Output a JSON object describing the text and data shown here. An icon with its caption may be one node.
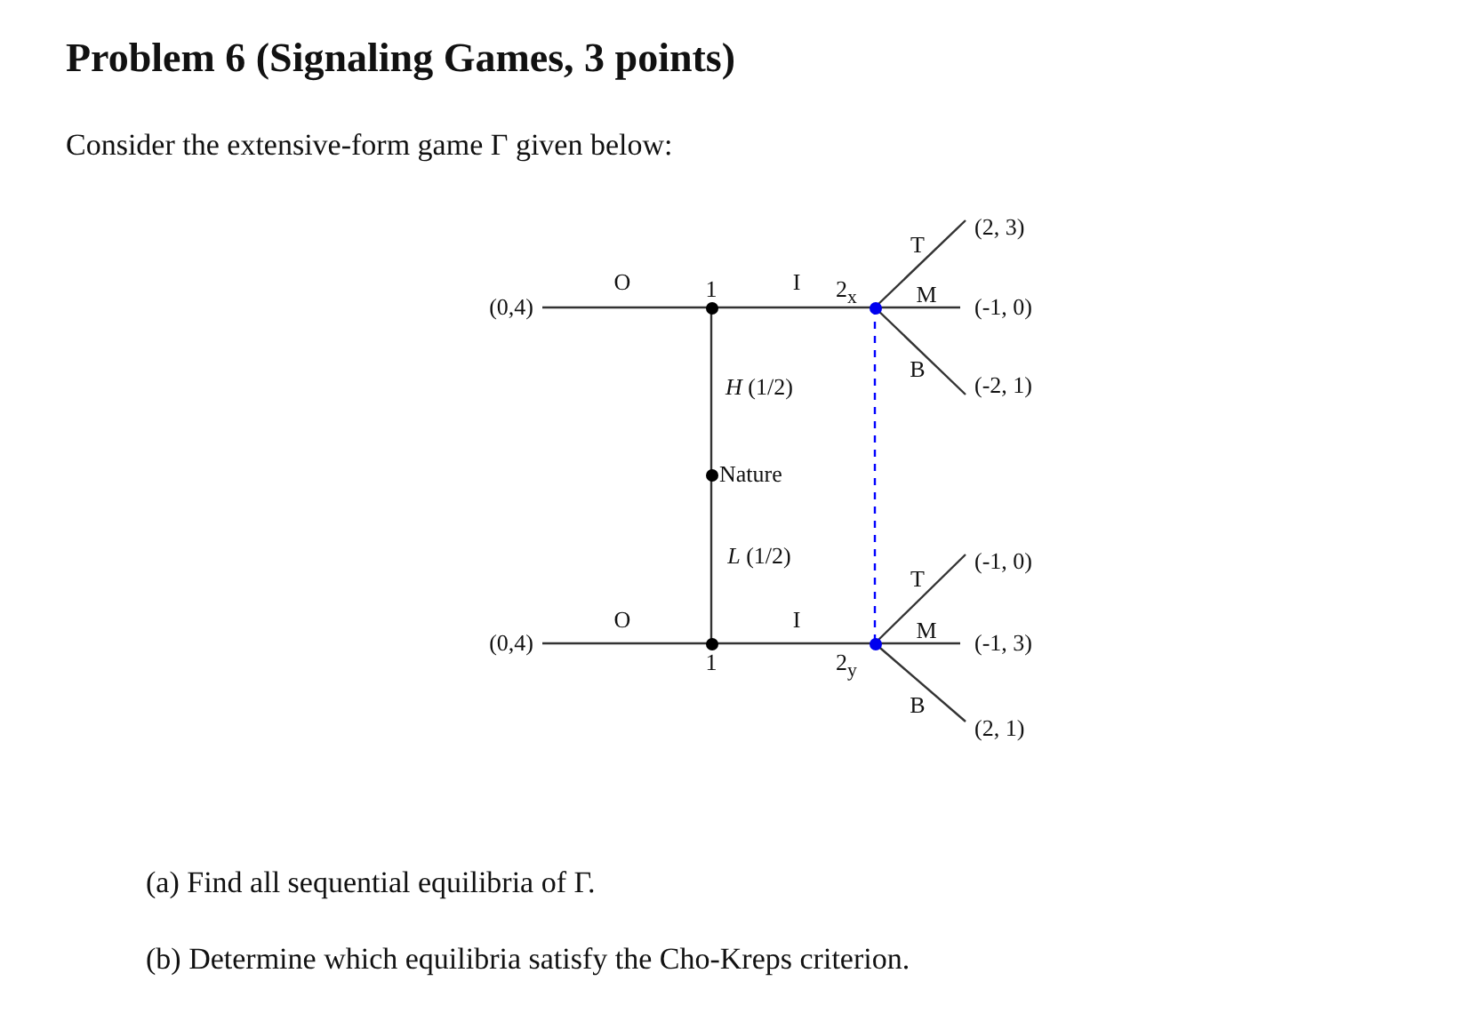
{
  "diagram": {
    "title": "Problem 6 (Signaling Games, 3 points)",
    "nodes": [
      {
        "text": [
          "Nature"
        ]
      },
      {
        "text": [
          "1"
        ]
      },
      {
        "text": [
          "1"
        ]
      },
      {
        "text": [
          "2$_{x}$"
        ]
      },
      {
        "text": [
          "2$_{y}$"
        ]
      },
      {
        "text": [
          "(0,4)"
        ]
      },
      {
        "text": [
          "(2, 3)"
        ]
      },
      {
        "text": [
          "(-1, 0)"
        ]
      },
      {
        "text": [
          "(-2, 1)"
        ]
      },
      {
        "text": [
          "(0,4)"
        ]
      },
      {
        "text": [
          "(-1, 0)"
        ]
      },
      {
        "text": [
          "(-1, 3)"
        ]
      },
      {
        "text": [
          "(2, 1)"
        ]
      }
    ],
    "edges": [
      {
        "from": 0,
        "to": 1,
        "arrow": "none",
        "label": "*H* (1/2)"
      },
      {
        "from": 0,
        "to": 2,
        "arrow": "none",
        "label": "*L* (1/2)"
      },
      {
        "from": 1,
        "to": 5,
        "arrow": "none",
        "label": "O"
      },
      {
        "from": 1,
        "to": 3,
        "arrow": "none",
        "label": "I"
      },
      {
        "from": 3,
        "to": 6,
        "arrow": "none",
        "label": "T"
      },
      {
        "from": 3,
        "to": 7,
        "arrow": "none",
        "label": "M"
      },
      {
        "from": 3,
        "to": 8,
        "arrow": "none",
        "label": "B"
      },
      {
        "from": 2,
        "to": 9,
        "arrow": "none",
        "label": "O"
      },
      {
        "from": 2,
        "to": 4,
        "arrow": "none",
        "label": "I"
      },
      {
        "from": 4,
        "to": 10,
        "arrow": "none",
        "label": "T"
      },
      {
        "from": 4,
        "to": 11,
        "arrow": "none",
        "label": "M"
      },
      {
        "from": 4,
        "to": 12,
        "arrow": "none",
        "label": "B"
      },
      {
        "from": 3,
        "to": 4,
        "arrow": "none",
        "style": "dashed",
        "color": "#0000ff"
      }
    ],
    "labels": [
      "Consider the extensive-form game Γ given below:",
      "(a) Find all sequential equilibria of Γ.",
      "(b) Determine which equilibria satisfy the Cho-Kreps criterion."
    ]
  }
}
